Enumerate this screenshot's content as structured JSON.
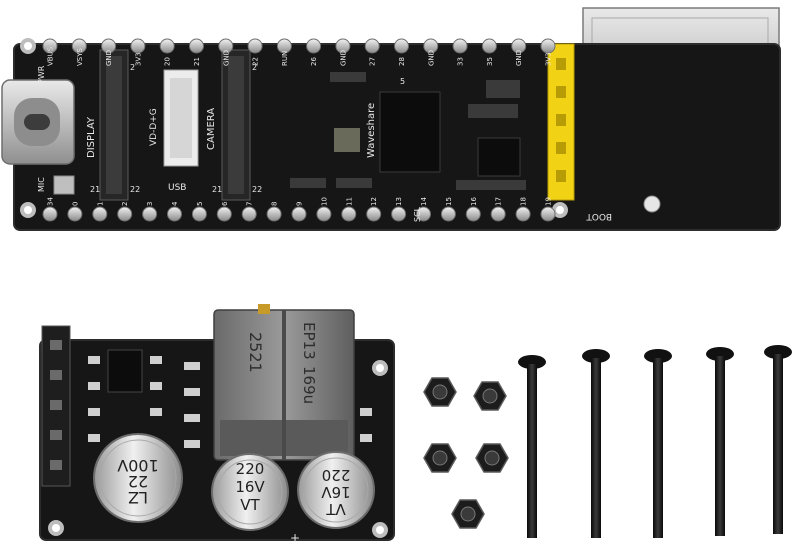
{
  "board": {
    "top_pins": [
      "VBUS",
      "VSYS",
      "GND",
      "3V3",
      "20",
      "21",
      "GND",
      "22",
      "RUN",
      "26",
      "GND",
      "27",
      "28",
      "GND",
      "33",
      "35",
      "GND",
      "3V3"
    ],
    "bottom_pins": [
      "34",
      "0",
      "1",
      "2",
      "3",
      "4",
      "5",
      "6",
      "7",
      "8",
      "9",
      "10",
      "11",
      "12",
      "13",
      "14",
      "15",
      "16",
      "17",
      "18",
      "19"
    ],
    "labels": {
      "display": "DISPLAY",
      "camera": "CAMERA",
      "usb": "USB",
      "vd": "VD-D+G",
      "mic": "MIC",
      "pwr": "PWR",
      "brand": "Waveshare",
      "boot": "BOOT",
      "scl": "SCL",
      "n21a": "21",
      "n22a": "22",
      "n21b": "21",
      "n22b": "22",
      "n2a": "2",
      "n2b": "2",
      "n5": "5"
    }
  },
  "poe": {
    "transformer": "EP13",
    "transformer_code": "2521",
    "transformer_value": "169u",
    "cap_big": {
      "line1": "100V",
      "line2": "22",
      "line3": "LZ"
    },
    "cap_left": {
      "line1": "220",
      "line2": "16V",
      "line3": "VT"
    },
    "cap_right": {
      "line1": "220",
      "line2": "16V",
      "line3": "VT"
    },
    "plus": "+"
  },
  "colors": {
    "pcb": "#161616",
    "header": "#f2d214",
    "metal": "#c9c9c9"
  }
}
